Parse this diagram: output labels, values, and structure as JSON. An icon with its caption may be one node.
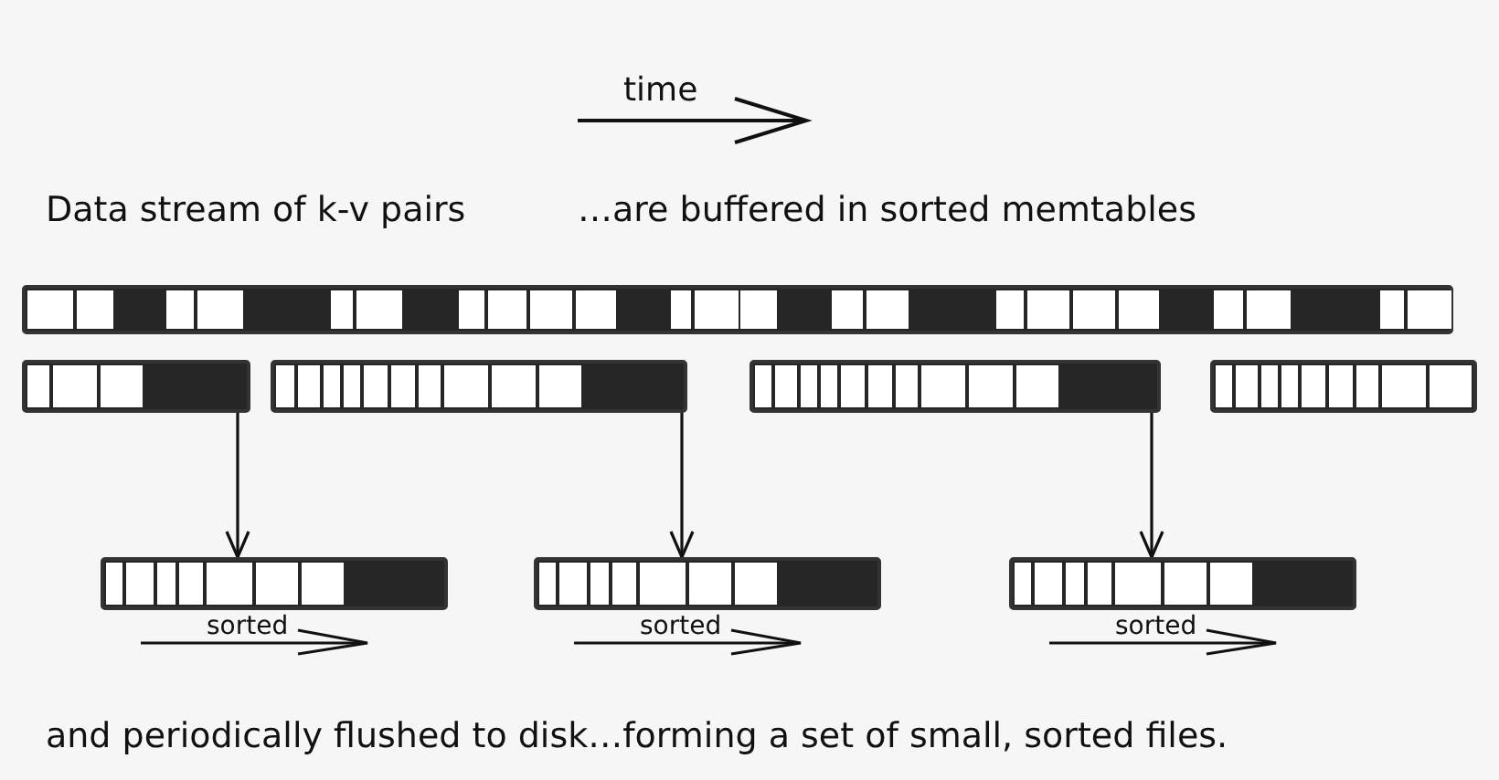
{
  "diagram": {
    "nodes": [
      {
        "text": [],
        "shape": "bar"
      },
      {
        "text": [],
        "shape": "bar"
      },
      {
        "text": [],
        "shape": "bar"
      },
      {
        "text": [],
        "shape": "bar"
      },
      {
        "text": [],
        "shape": "bar"
      },
      {
        "text": [],
        "shape": "bar",
        "beside": [
          "sorted"
        ]
      },
      {
        "text": [],
        "shape": "bar",
        "beside": [
          "sorted"
        ]
      },
      {
        "text": [],
        "shape": "bar",
        "beside": [
          "sorted"
        ]
      }
    ],
    "edges": [
      {
        "from": 1,
        "to": 5,
        "arrow": "to"
      },
      {
        "from": 2,
        "to": 6,
        "arrow": "to"
      },
      {
        "from": 3,
        "to": 7,
        "arrow": "to"
      }
    ],
    "labels": [
      "time",
      "Data stream of k-v pairs",
      "…are buffered in sorted memtables",
      "and periodically flushed to disk…forming a set of small, sorted files."
    ]
  }
}
